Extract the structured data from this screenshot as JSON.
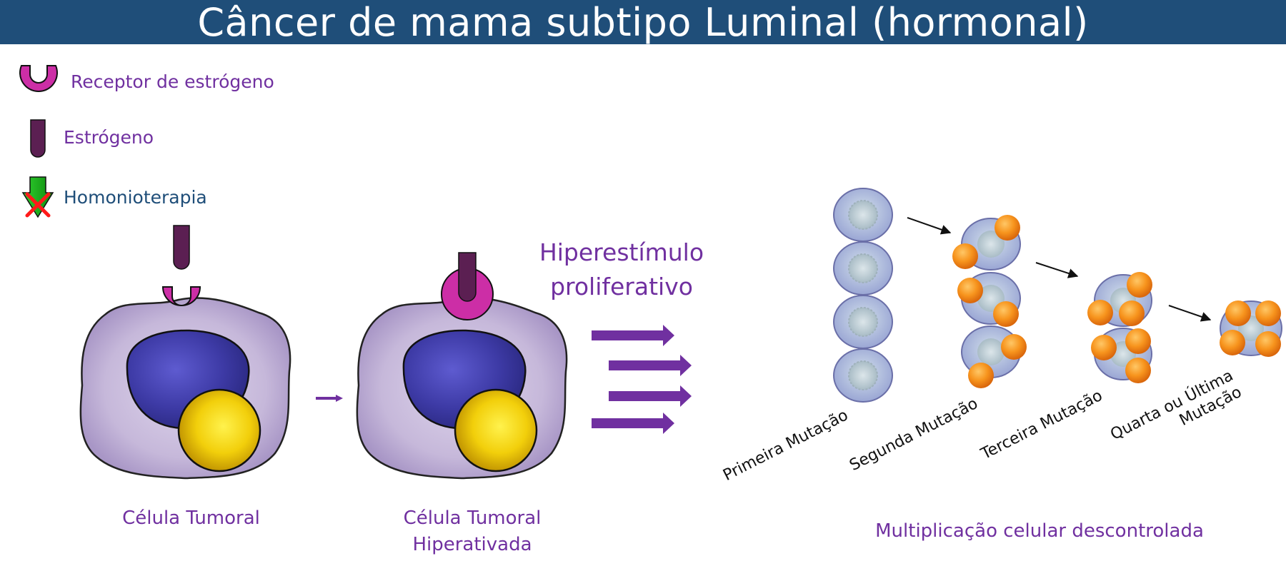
{
  "title": "Câncer de mama subtipo Luminal (hormonal)",
  "legend": {
    "receptor": "Receptor de estrógeno",
    "estrogen": "Estrógeno",
    "therapy": "Homonioterapia"
  },
  "cells": {
    "tumor_cell": "Célula Tumoral",
    "hyper_cell_line1": "Célula Tumoral",
    "hyper_cell_line2": "Hiperativada"
  },
  "stimulus": {
    "line1": "Hiperestímulo",
    "line2": "proliferativo"
  },
  "mutations": {
    "first": "Primeira Mutação",
    "second": "Segunda Mutação",
    "third": "Terceira Mutação",
    "fourth_line1": "Quarta ou Última",
    "fourth_line2": "Mutação",
    "caption": "Multiplicação celular descontrolada"
  },
  "colors": {
    "header": "#1f4e79",
    "receptor": "#cc2ea6",
    "estrogen": "#5b1f52",
    "cytoplasm": "#c9bddd",
    "nucleus": "#3e3aa3",
    "granule": "#e5b80b",
    "arrow": "#7030a0",
    "mutation_blob": "#f7941d"
  }
}
